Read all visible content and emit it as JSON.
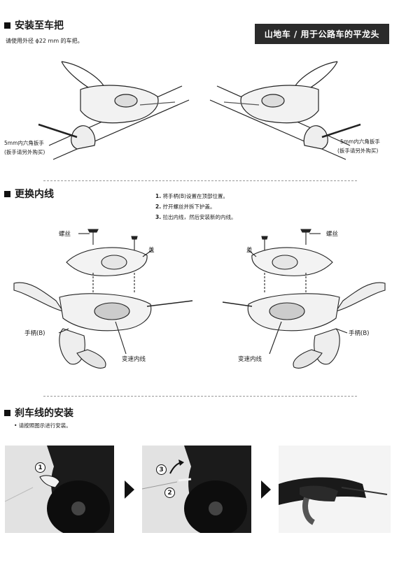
{
  "badge": "山地车 / 用于公路车的平龙头",
  "section1": {
    "title": "安装至车把",
    "note": "请使用外径 ϕ22 mm 的车把。",
    "wrench_left_1": "5mm内六角扳手",
    "wrench_left_2": "(扳手请另外购买)",
    "wrench_right_1": "5mm内六角扳手",
    "wrench_right_2": "(扳手请另外购买)"
  },
  "section2": {
    "title": "更换内线",
    "steps": [
      {
        "num": "1.",
        "text": "将手柄(B)设置在顶部位置。"
      },
      {
        "num": "2.",
        "text": "拧开螺丝并拆下护盖。"
      },
      {
        "num": "3.",
        "text": "拉出内线，然后安装新的内线。"
      }
    ],
    "left": {
      "screw": "螺丝",
      "cover": "盖",
      "lever": "手柄(B)",
      "cable": "变速内线"
    },
    "right": {
      "screw": "螺丝",
      "cover": "盖",
      "lever": "手柄(B)",
      "cable": "变速内线"
    }
  },
  "section3": {
    "title": "刹车线的安装",
    "note": "• 请按照图示进行安装。",
    "photo1_num": "1",
    "photo2_num_a": "3",
    "photo2_num_b": "2"
  }
}
